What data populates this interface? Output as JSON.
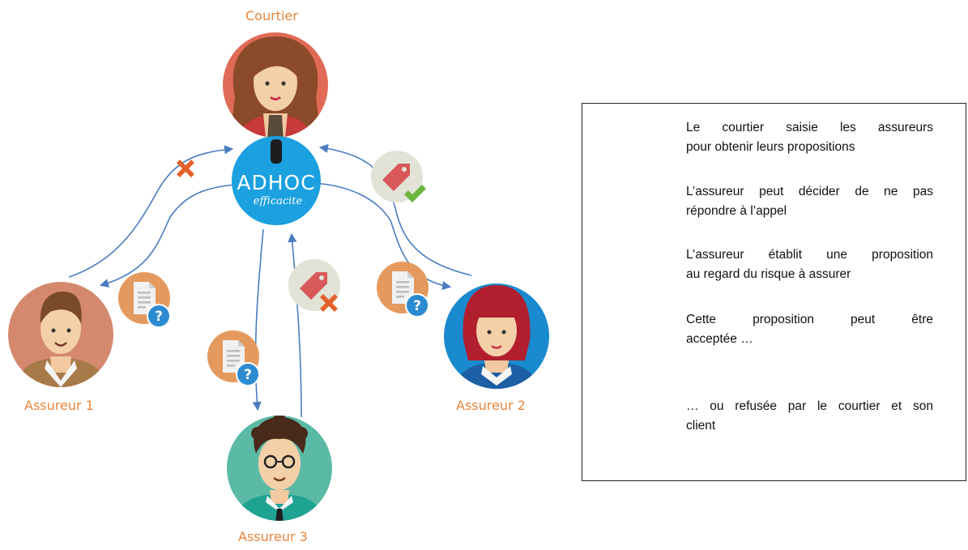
{
  "actors": {
    "courtier": "Courtier",
    "assureur1": "Assureur 1",
    "assureur2": "Assureur 2",
    "assureur3": "Assureur 3"
  },
  "hub": {
    "brand_top": "ADHOC",
    "brand_bottom": "efficacite"
  },
  "legend": {
    "items": [
      {
        "icon": "document-question-icon",
        "line1": "Le courtier saisie les assureurs",
        "line2": "pour obtenir leurs propositions"
      },
      {
        "icon": "red-cross-icon",
        "line1": "L’assureur peut décider de ne pas",
        "line2": "répondre à l’appel"
      },
      {
        "icon": "price-tag-icon",
        "line1": "L’assureur établit une proposition",
        "line2": "au regard du risque à assurer"
      },
      {
        "icon": "price-tag-check-icon",
        "line1": "Cette proposition peut être",
        "line2": "acceptée …"
      },
      {
        "icon": "price-tag-cross-icon",
        "line1": "… ou refusée par le courtier et son",
        "line2": "client"
      }
    ]
  },
  "colors": {
    "label_orange": "#E8853A",
    "arrow_blue": "#4A7EC0",
    "hub_blue": "#1BA0E0",
    "doc_orange": "#E49A5E",
    "tag_red": "#D9585A",
    "question_blue": "#2C8BD0",
    "cross_orange": "#E4622A",
    "check_green": "#6DB33F"
  }
}
